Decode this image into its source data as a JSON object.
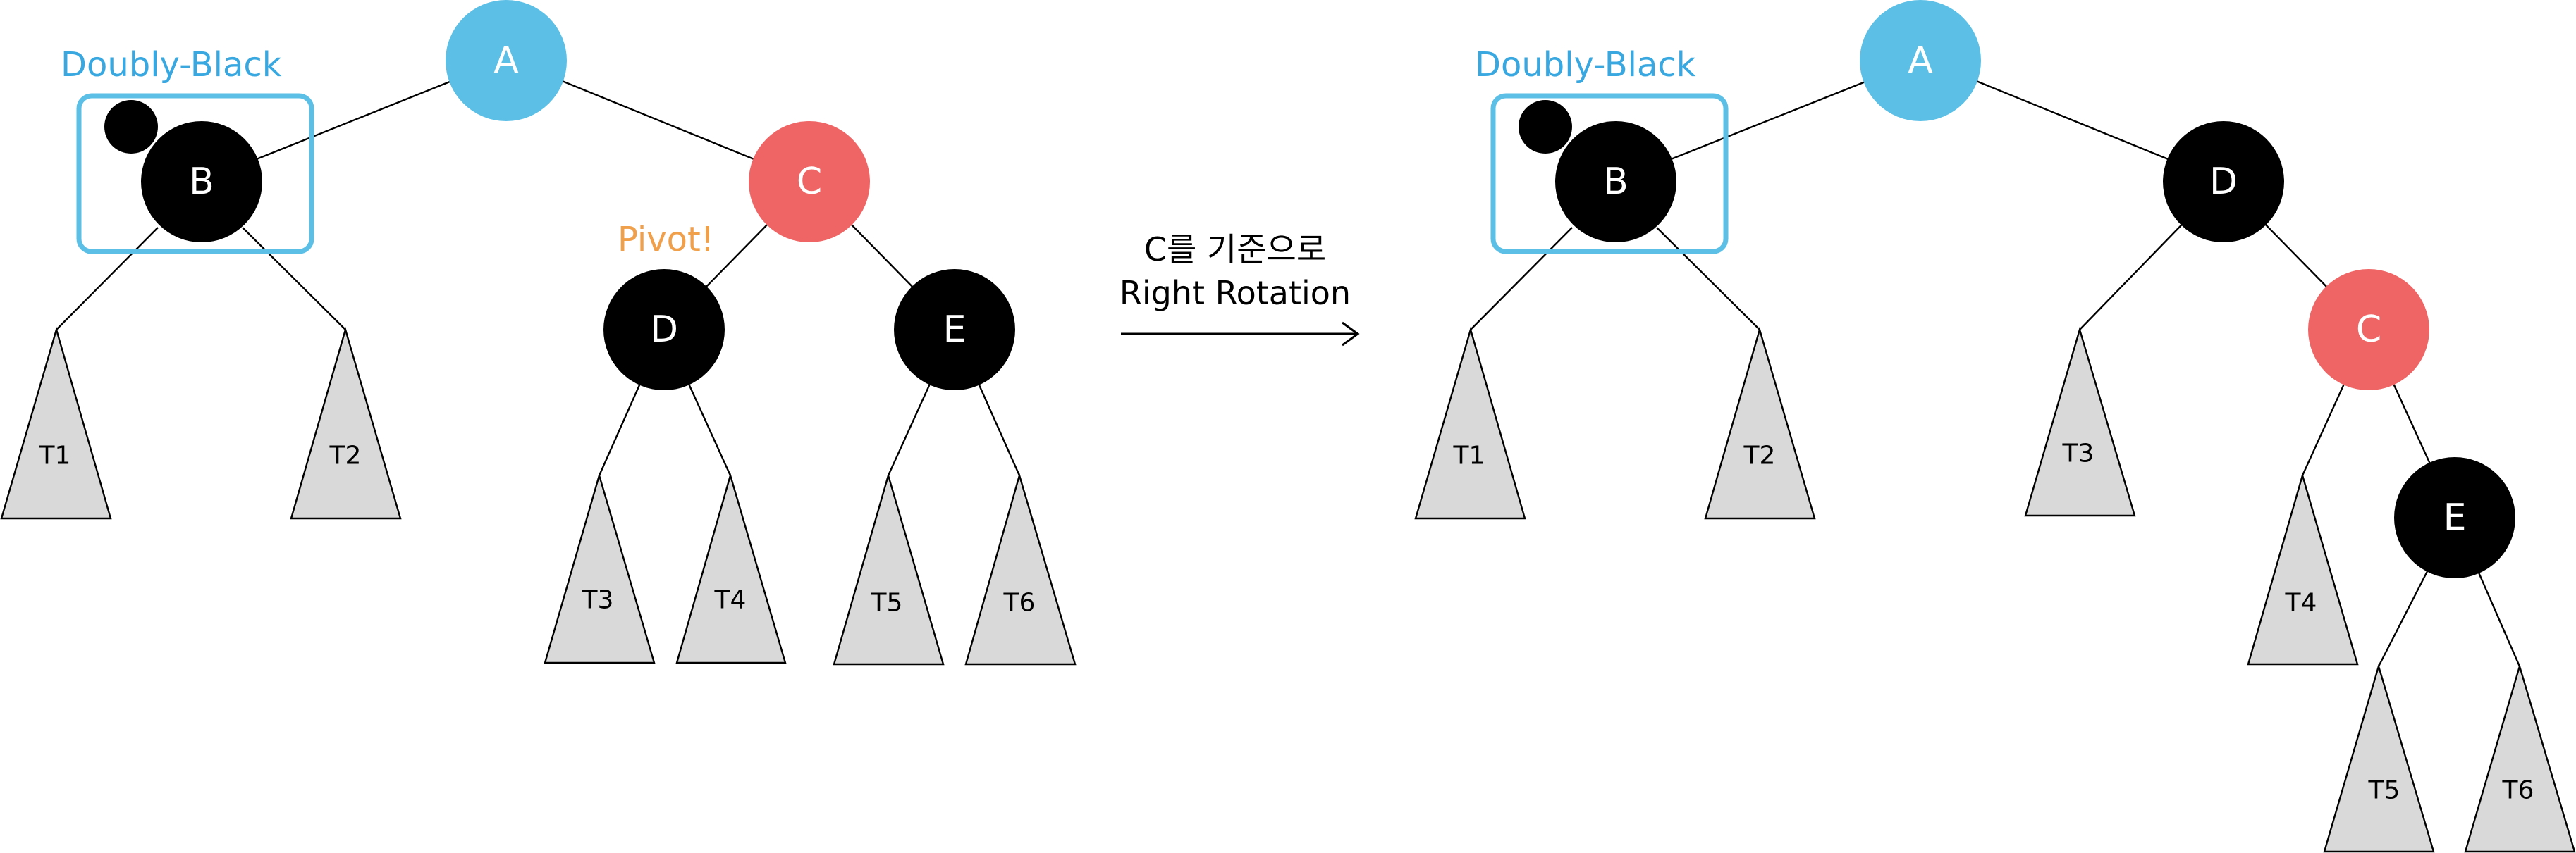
{
  "colors": {
    "blue": "#5bbfe6",
    "red": "#ef6464",
    "black": "#000000",
    "annotation_blue": "#3aa8e0",
    "annotation_orange": "#f0a04b",
    "subtree_fill": "#d9d9d9"
  },
  "before": {
    "annotation": "Doubly-Black",
    "pivot_label": "Pivot!",
    "nodes": {
      "A": {
        "label": "A",
        "color": "blue"
      },
      "B": {
        "label": "B",
        "color": "black"
      },
      "C": {
        "label": "C",
        "color": "red"
      },
      "D": {
        "label": "D",
        "color": "black"
      },
      "E": {
        "label": "E",
        "color": "black"
      }
    },
    "subtrees": [
      "T1",
      "T2",
      "T3",
      "T4",
      "T5",
      "T6"
    ]
  },
  "step": {
    "line1": "C를 기준으로",
    "line2": "Right Rotation"
  },
  "after": {
    "annotation": "Doubly-Black",
    "nodes": {
      "A": {
        "label": "A",
        "color": "blue"
      },
      "B": {
        "label": "B",
        "color": "black"
      },
      "D": {
        "label": "D",
        "color": "black"
      },
      "C": {
        "label": "C",
        "color": "red"
      },
      "E": {
        "label": "E",
        "color": "black"
      }
    },
    "subtrees": [
      "T1",
      "T2",
      "T3",
      "T4",
      "T5",
      "T6"
    ]
  }
}
